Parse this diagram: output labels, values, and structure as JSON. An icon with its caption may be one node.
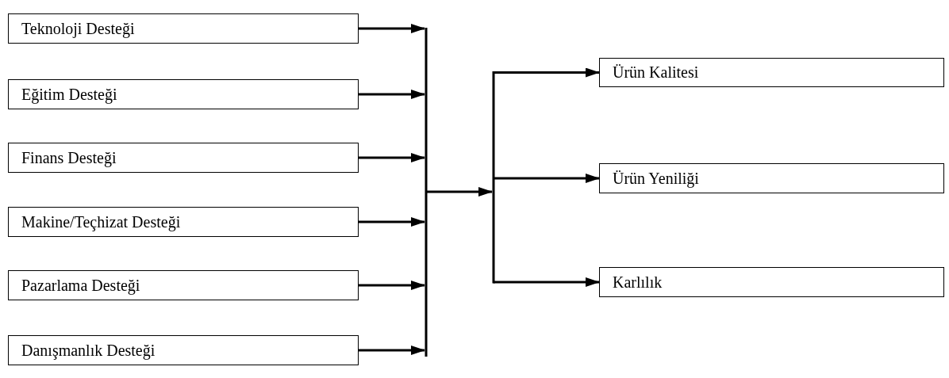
{
  "diagram": {
    "nodes": [
      {
        "text": [
          "Teknoloji Desteği"
        ]
      },
      {
        "text": [
          "Eğitim Desteği"
        ]
      },
      {
        "text": [
          "Finans Desteği"
        ]
      },
      {
        "text": [
          "Makine/Teçhizat Desteği"
        ]
      },
      {
        "text": [
          "Pazarlama Desteği"
        ]
      },
      {
        "text": [
          "Danışmanlık Desteği"
        ]
      },
      {
        "text": [
          "Ürün Kalitesi"
        ]
      },
      {
        "text": [
          "Ürün Yeniliği"
        ]
      },
      {
        "text": [
          "Karlılık"
        ]
      }
    ],
    "edges": [
      {
        "from": 0,
        "to": 6,
        "arrow": "to"
      },
      {
        "from": 0,
        "to": 7,
        "arrow": "to"
      },
      {
        "from": 0,
        "to": 8,
        "arrow": "to"
      },
      {
        "from": 1,
        "to": 6,
        "arrow": "to"
      },
      {
        "from": 1,
        "to": 7,
        "arrow": "to"
      },
      {
        "from": 1,
        "to": 8,
        "arrow": "to"
      },
      {
        "from": 2,
        "to": 6,
        "arrow": "to"
      },
      {
        "from": 2,
        "to": 7,
        "arrow": "to"
      },
      {
        "from": 2,
        "to": 8,
        "arrow": "to"
      },
      {
        "from": 3,
        "to": 6,
        "arrow": "to"
      },
      {
        "from": 3,
        "to": 7,
        "arrow": "to"
      },
      {
        "from": 3,
        "to": 8,
        "arrow": "to"
      },
      {
        "from": 4,
        "to": 6,
        "arrow": "to"
      },
      {
        "from": 4,
        "to": 7,
        "arrow": "to"
      },
      {
        "from": 4,
        "to": 8,
        "arrow": "to"
      },
      {
        "from": 5,
        "to": 6,
        "arrow": "to"
      },
      {
        "from": 5,
        "to": 7,
        "arrow": "to"
      },
      {
        "from": 5,
        "to": 8,
        "arrow": "to"
      }
    ]
  }
}
